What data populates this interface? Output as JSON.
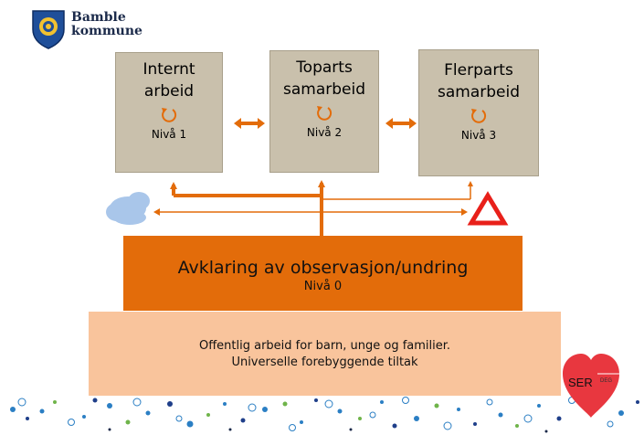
{
  "brand": {
    "line1": "Bamble",
    "line2": "kommune"
  },
  "levels": [
    {
      "title_line1": "Internt",
      "title_line2": "arbeid",
      "level": "Nivå 1"
    },
    {
      "title_line1": "Toparts",
      "title_line2": "samarbeid",
      "level": "Nivå 2"
    },
    {
      "title_line1": "Flerparts",
      "title_line2": "samarbeid",
      "level": "Nivå 3"
    }
  ],
  "observation": {
    "title": "Avklaring av observasjon/undring",
    "level": "Nivå 0"
  },
  "foundation": {
    "line1": "Offentlig arbeid for barn, unge og familier.",
    "line2": "Universelle forebyggende tiltak"
  },
  "ser_logo": {
    "text": "SER",
    "small": "DEG"
  },
  "colors": {
    "level_box": "#c9c0ac",
    "accent_orange": "#e36c0a",
    "foundation": "#f9c49c",
    "warning_red": "#e8201a",
    "heart_red": "#e8373f",
    "cloud_blue": "#a9c6ea"
  },
  "icons": [
    "coat-of-arms-icon",
    "cycle-icon",
    "cloud-icon",
    "warning-triangle-icon",
    "heart-icon"
  ]
}
